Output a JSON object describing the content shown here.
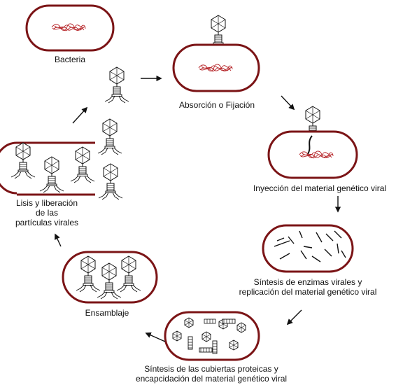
{
  "colors": {
    "cell_outline": "#7b1416",
    "dna": "#b52226",
    "line": "#111111"
  },
  "stages": [
    {
      "id": "bacteria",
      "label_lines": [
        "Bacteria"
      ]
    },
    {
      "id": "absorcion",
      "label_lines": [
        "Absorción o Fijación"
      ]
    },
    {
      "id": "inyeccion",
      "label_lines": [
        "Inyección del material genético viral"
      ]
    },
    {
      "id": "sintesis_enzimas",
      "label_lines": [
        "Síntesis de enzimas virales y",
        "replicación del material genético viral"
      ]
    },
    {
      "id": "sintesis_cubiertas",
      "label_lines": [
        "Síntesis de las cubiertas proteicas y",
        "encapcidación del material genético viral"
      ]
    },
    {
      "id": "ensamblaje",
      "label_lines": [
        "Ensamblaje"
      ]
    },
    {
      "id": "lisis",
      "label_lines": [
        "Lisis y liberación",
        "de las",
        "partículas virales"
      ]
    }
  ]
}
